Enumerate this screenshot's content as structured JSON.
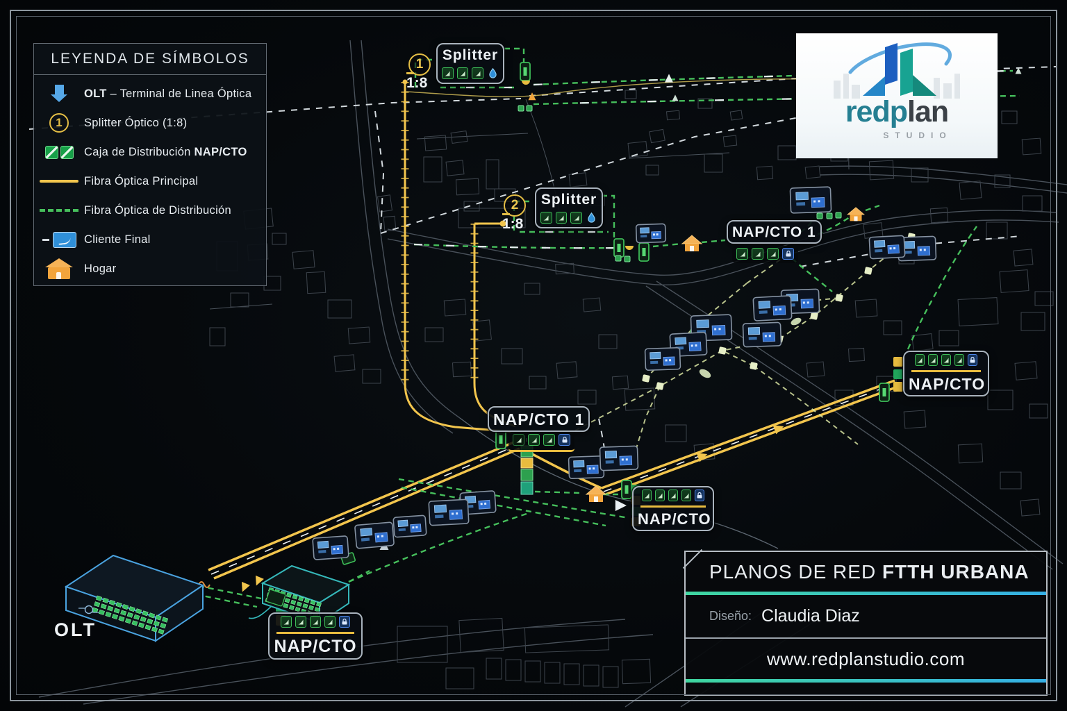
{
  "legend": {
    "title": "LEYENDA DE SÍMBOLOS",
    "items": [
      {
        "icon": "olt-arrow-icon",
        "pre": "",
        "bold": "OLT",
        "post": " –  Terminal de Linea Óptica"
      },
      {
        "icon": "splitter-number-icon",
        "badge": "1",
        "pre": "Splitter Óptico (1:8)",
        "bold": "",
        "post": ""
      },
      {
        "icon": "nap-boxes-icon",
        "pre": "Caja de Distribución ",
        "bold": "NAP/CTO",
        "post": ""
      },
      {
        "icon": "main-fiber-icon",
        "pre": "Fibra Óptica Principal",
        "bold": "",
        "post": ""
      },
      {
        "icon": "distribution-fiber-icon",
        "pre": "Fibra Óptica de Distribución",
        "bold": "",
        "post": ""
      },
      {
        "icon": "client-icon",
        "pre": "Cliente Final",
        "bold": "",
        "post": ""
      },
      {
        "icon": "home-icon",
        "pre": "Hogar",
        "bold": "",
        "post": ""
      }
    ]
  },
  "logo": {
    "brand_teal": "redp",
    "brand_dark": "lan",
    "subtitle": "STUDIO"
  },
  "map": {
    "splitter1": {
      "label": "Splitter",
      "number": "1",
      "ratio": "1:8"
    },
    "splitter2": {
      "label": "Splitter",
      "number": "2",
      "ratio": "1:8"
    },
    "nap_top": "NAP/CTO 1",
    "nap_mid": "NAP/CTO 1",
    "nap_right": "NAP/CTO",
    "nap_center": "NAP/CTO",
    "nap_bottom": "NAP/CTO",
    "olt_label": "OLT"
  },
  "title_block": {
    "title_normal": "PLANOS DE RED ",
    "title_bold": "FTTH URBANA",
    "design_label": "Diseño:",
    "designer": "Claudia Diaz",
    "website": "www.redplanstudio.com"
  },
  "colors": {
    "main_fiber_yellow": "#F2C54D",
    "distribution_green": "#46BF5C",
    "client_blue": "#4D9FE8",
    "olt_outline_blue": "#4AA3E0",
    "cabinet_teal": "#35B8BA",
    "house_orange": "#F2A43C",
    "accent_teal": "#3FD6A0",
    "accent_blue": "#35B0E6",
    "road_white": "#D3DADE",
    "street_gray": "#49515A"
  }
}
